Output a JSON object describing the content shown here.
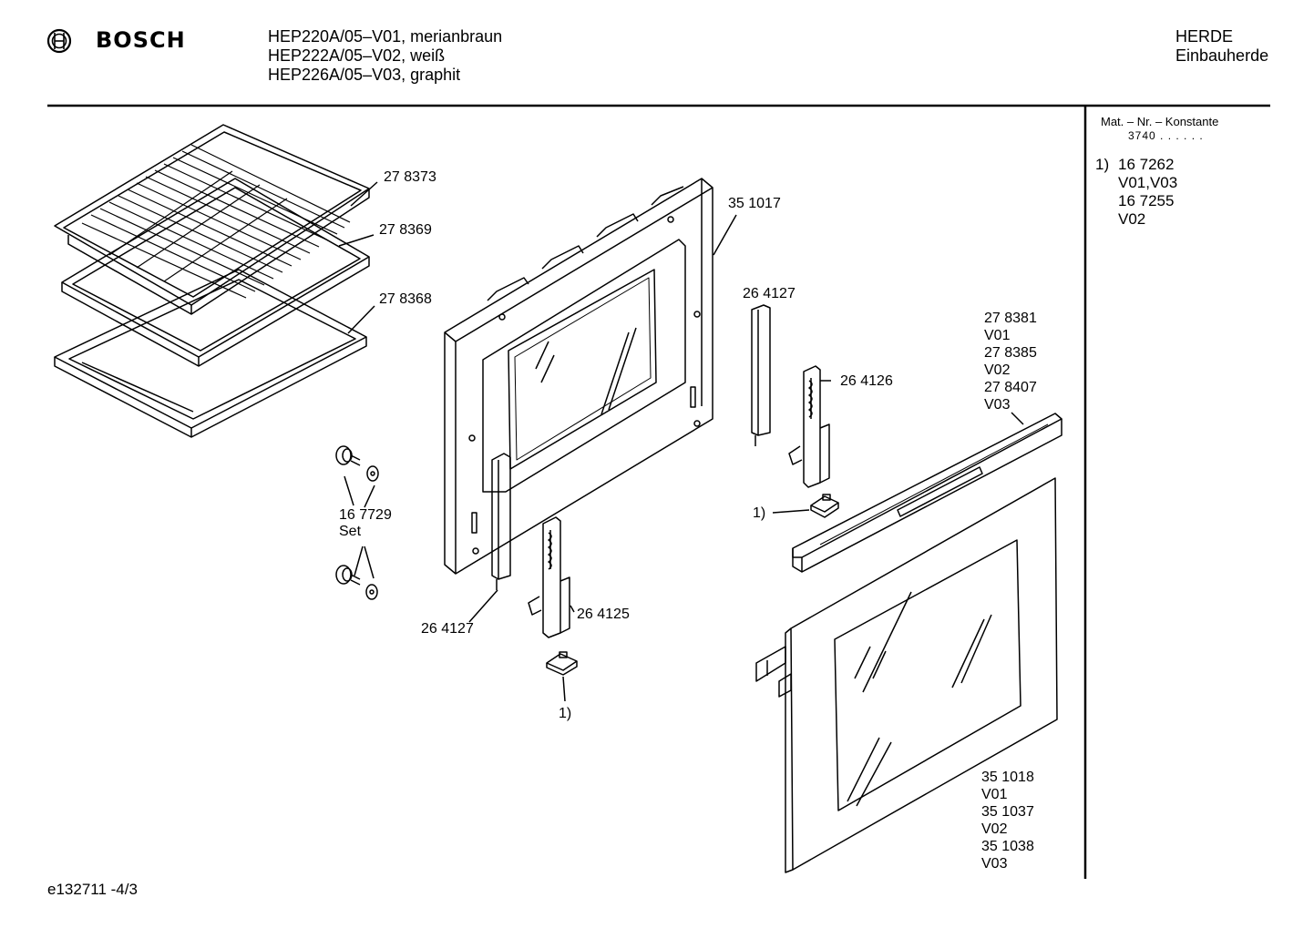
{
  "header": {
    "brand": "BOSCH",
    "models": [
      "HEP220A/05–V01, merianbraun",
      "HEP222A/05–V02, weiß",
      "HEP226A/05–V03, graphit"
    ],
    "category": "HERDE",
    "subcategory": "Einbauherde"
  },
  "sidebar": {
    "mat_title": "Mat. – Nr. – Konstante",
    "mat_value": "3740 . . . . . .",
    "footnote_marker": "1)",
    "footnote_lines": [
      "16 7262",
      "V01,V03",
      "16 7255",
      "V02"
    ]
  },
  "labels": {
    "rack": "27 8373",
    "tray1": "27 8369",
    "tray2": "27 8368",
    "door_frame": "35 1017",
    "hinge_strip_top": "26 4127",
    "hinge_right": "26 4126",
    "handle_lines": [
      "27 8381",
      "V01",
      "27 8385",
      "V02",
      "27 8407",
      "V03"
    ],
    "fn_right": "1)",
    "screw_set_num": "16 7729",
    "screw_set_text": "Set",
    "hinge_strip_bottom": "26 4127",
    "hinge_left": "26 4125",
    "fn_bottom": "1)",
    "glass_lines": [
      "35 1018",
      "V01",
      "35 1037",
      "V02",
      "35 1038",
      "V03"
    ]
  },
  "footer": {
    "doc_id": "e132711 -4/3"
  }
}
